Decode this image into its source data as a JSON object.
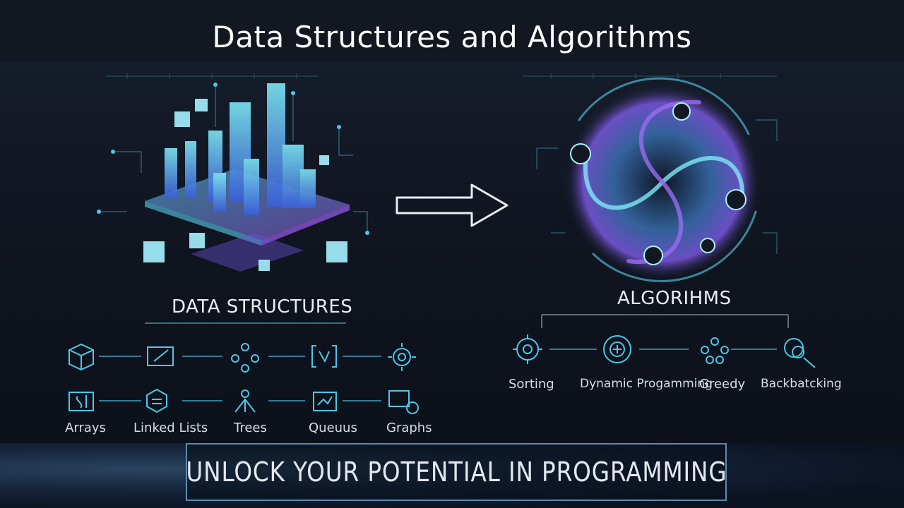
{
  "header": {
    "title": "Data Structures and Algorithms"
  },
  "data_structures": {
    "heading": "DATA STRUCTURES",
    "items": [
      {
        "label": "Arrays",
        "icon": "array-icon"
      },
      {
        "label": "Linked Lists",
        "icon": "linked-list-icon"
      },
      {
        "label": "Trees",
        "icon": "tree-icon"
      },
      {
        "label": "Queuus",
        "icon": "queue-icon"
      },
      {
        "label": "Graphs",
        "icon": "graph-icon"
      }
    ],
    "top_row_icons": [
      "cube-icon",
      "pencil-icon",
      "nodes-icon",
      "bracket-icon",
      "gear-network-icon"
    ]
  },
  "algorithms": {
    "heading": "ALGORIHMS",
    "items": [
      {
        "label": "Sorting",
        "icon": "gear-icon"
      },
      {
        "label": "Dynamic Progamming",
        "icon": "target-icon"
      },
      {
        "label": "Greedy",
        "icon": "molecule-icon"
      },
      {
        "label": "Backbatcking",
        "icon": "magnifier-icon"
      }
    ]
  },
  "banner": {
    "text": "UNLOCK YOUR POTENTIAL IN PROGRAMMING"
  },
  "colors": {
    "accent": "#4cc8e8",
    "purple": "#8a5cf0",
    "background": "#121722"
  }
}
